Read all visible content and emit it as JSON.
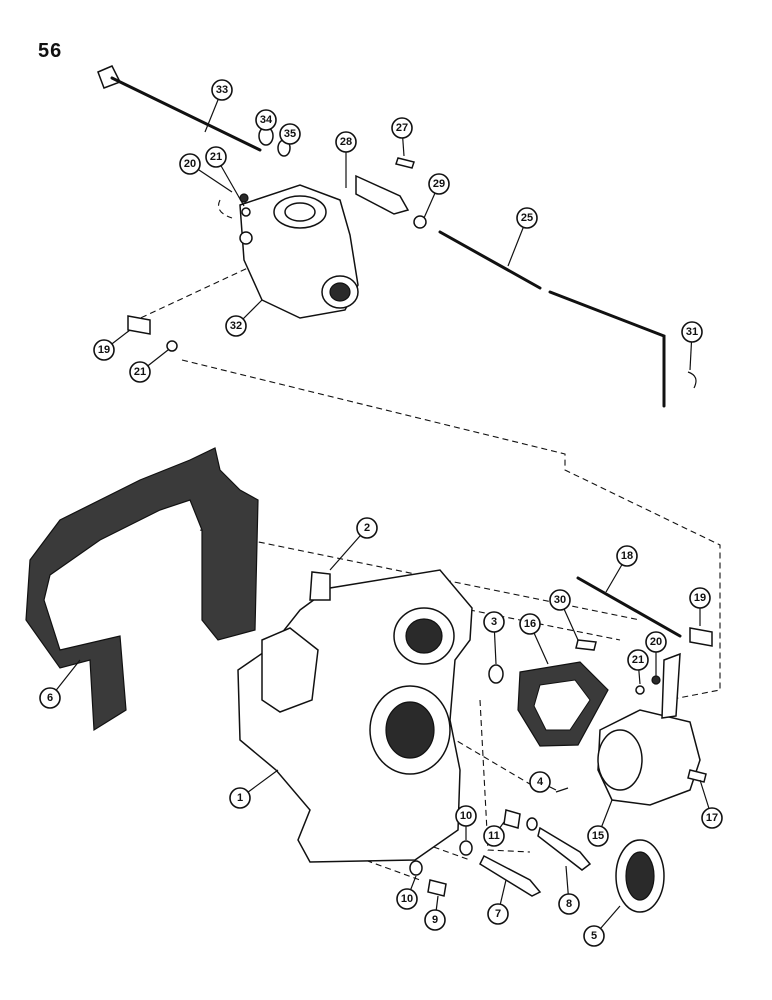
{
  "page_number": "56",
  "callouts": [
    {
      "label": "33"
    },
    {
      "label": "34"
    },
    {
      "label": "35"
    },
    {
      "label": "28"
    },
    {
      "label": "27"
    },
    {
      "label": "29"
    },
    {
      "label": "25"
    },
    {
      "label": "20"
    },
    {
      "label": "21"
    },
    {
      "label": "32"
    },
    {
      "label": "19"
    },
    {
      "label": "21"
    },
    {
      "label": "31"
    },
    {
      "label": "2"
    },
    {
      "label": "6"
    },
    {
      "label": "18"
    },
    {
      "label": "19"
    },
    {
      "label": "30"
    },
    {
      "label": "20"
    },
    {
      "label": "21"
    },
    {
      "label": "3"
    },
    {
      "label": "16"
    },
    {
      "label": "4"
    },
    {
      "label": "15"
    },
    {
      "label": "17"
    },
    {
      "label": "1"
    },
    {
      "label": "10"
    },
    {
      "label": "11"
    },
    {
      "label": "8"
    },
    {
      "label": "10"
    },
    {
      "label": "9"
    },
    {
      "label": "7"
    },
    {
      "label": "5"
    }
  ]
}
